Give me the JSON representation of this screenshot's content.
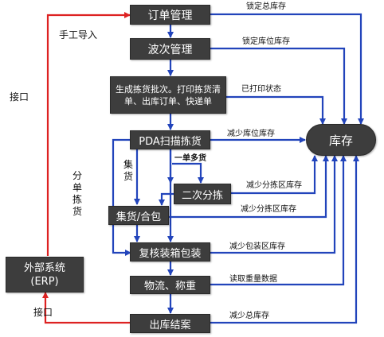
{
  "colors": {
    "flow": "#2244bb",
    "erp": "#dd2222",
    "box": "#3d3d3d",
    "box_text": "#ffffff"
  },
  "boxes": {
    "order_mgmt": "订单管理",
    "wave_mgmt": "波次管理",
    "gen_batch": "生成拣货批次。打印拣货清单、出库订单、快递单",
    "pda_scan": "PDA扫描拣货",
    "secondary_sort": "二次分拣",
    "consolidate": "集货/合包",
    "review_pack": "复核装箱包装",
    "logistics_weigh": "物流、称重",
    "outbound_done": "出库结案",
    "inventory": "库存",
    "erp": "外部系统\n(ERP)"
  },
  "labels": {
    "manual_import": "手工导入",
    "interface_left": "接口",
    "interface_bottom": "接口",
    "lock_total": "锁定总库存",
    "lock_location": "锁定库位库存",
    "printed_status": "已打印状态",
    "reduce_location": "减少库位库存",
    "multi_items": "一单多货",
    "collect": "集货",
    "split_pick": "分单拣货",
    "reduce_sort_area": "减少分拣区库存",
    "reduce_sort_area_2": "减少分拣区库存",
    "reduce_pack_area": "减少包装区库存",
    "read_weight": "读取重量数据",
    "reduce_total": "减少总库存"
  }
}
